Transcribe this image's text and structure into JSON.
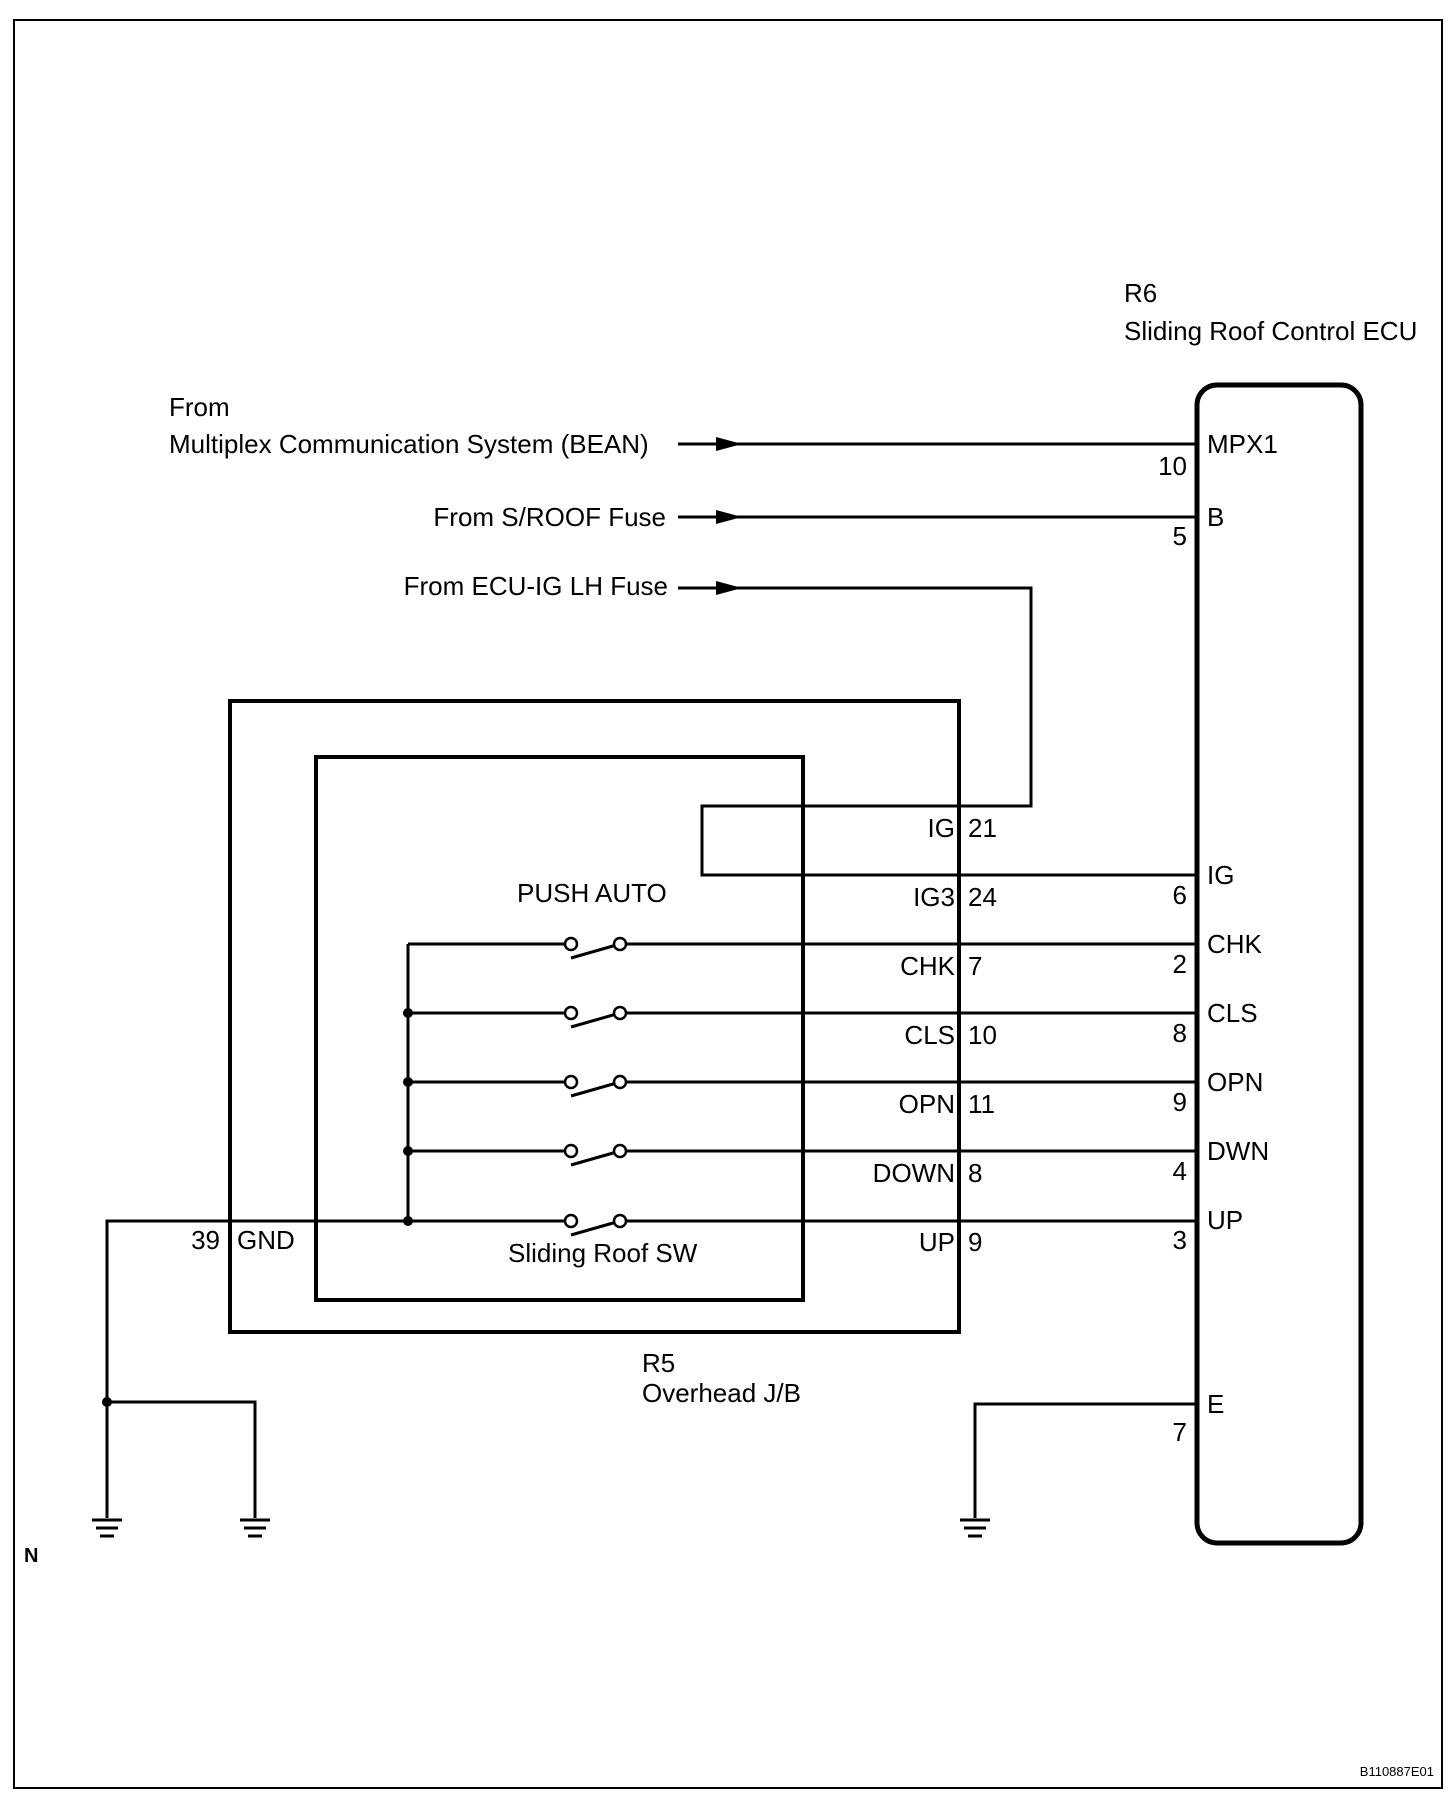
{
  "ecu": {
    "id": "R6",
    "name": "Sliding Roof Control ECU"
  },
  "junction_block": {
    "id": "R5",
    "name": "Overhead J/B"
  },
  "switch": {
    "name": "Sliding Roof SW",
    "push_label": "PUSH AUTO"
  },
  "sources": {
    "bean_line1": "From",
    "bean_line2": "Multiplex Communication System (BEAN)",
    "sroof": "From S/ROOF Fuse",
    "ecu_ig": "From ECU-IG LH Fuse"
  },
  "ecu_pins": [
    {
      "label": "MPX1",
      "num": "10"
    },
    {
      "label": "B",
      "num": "5"
    },
    {
      "label": "IG",
      "num": "6"
    },
    {
      "label": "CHK",
      "num": "2"
    },
    {
      "label": "CLS",
      "num": "8"
    },
    {
      "label": "OPN",
      "num": "9"
    },
    {
      "label": "DWN",
      "num": "4"
    },
    {
      "label": "UP",
      "num": "3"
    },
    {
      "label": "E",
      "num": "7"
    }
  ],
  "jb_pins": [
    {
      "label": "IG",
      "num": "21"
    },
    {
      "label": "IG3",
      "num": "24"
    },
    {
      "label": "CHK",
      "num": "7"
    },
    {
      "label": "CLS",
      "num": "10"
    },
    {
      "label": "OPN",
      "num": "11"
    },
    {
      "label": "DOWN",
      "num": "8"
    },
    {
      "label": "UP",
      "num": "9"
    }
  ],
  "gnd_pin": {
    "label": "GND",
    "num": "39"
  },
  "corner_mark": "N",
  "doc_code": "B110887E01"
}
